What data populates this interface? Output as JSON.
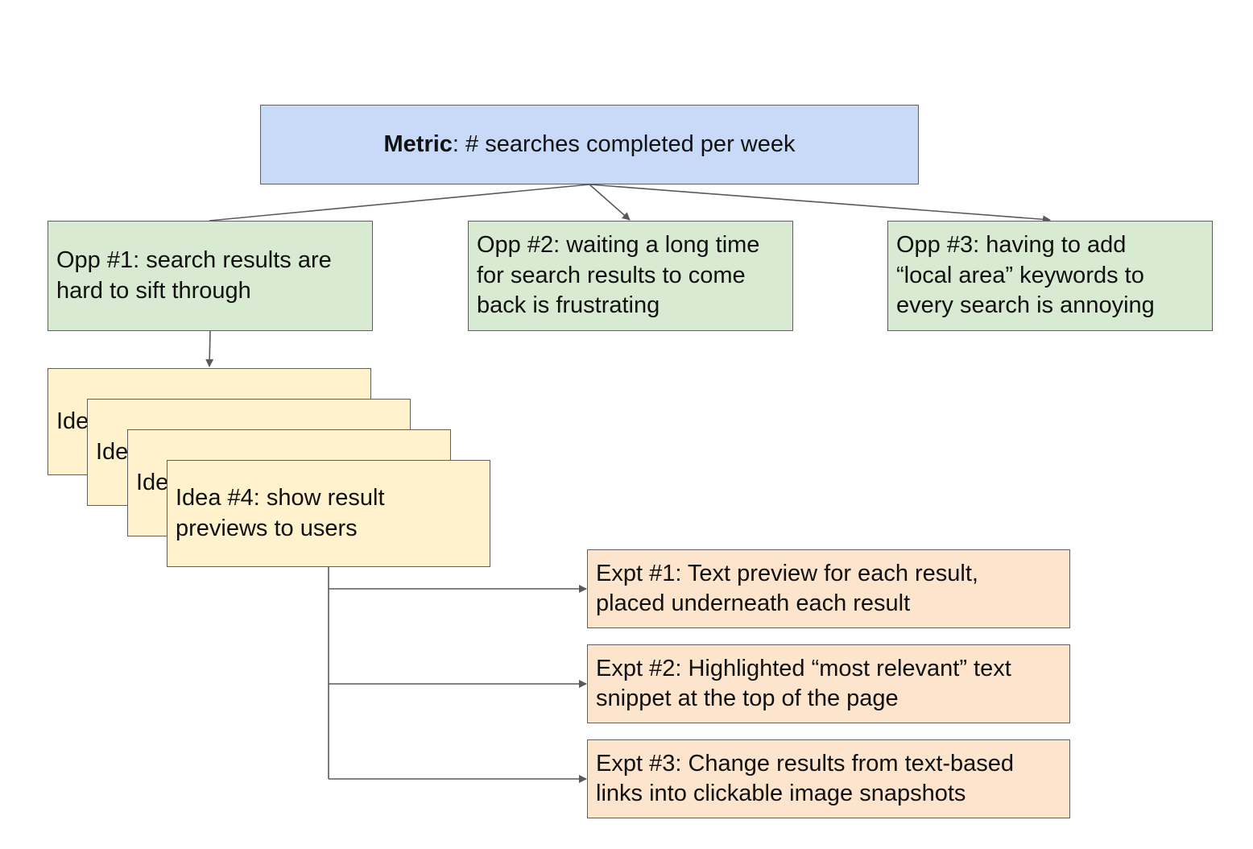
{
  "metric": {
    "label": "Metric",
    "text": ": # searches completed per week"
  },
  "opportunities": [
    {
      "lines": [
        "Opp #1: search results are",
        "hard to sift through"
      ]
    },
    {
      "lines": [
        "Opp #2: waiting a long time",
        "for search results to come",
        "back is frustrating"
      ]
    },
    {
      "lines": [
        "Opp #3: having to add",
        "“local area” keywords to",
        "every search is annoying"
      ]
    }
  ],
  "ideas": [
    {
      "lines": [
        "Ide"
      ]
    },
    {
      "lines": [
        "Ide"
      ]
    },
    {
      "lines": [
        "Ide"
      ]
    },
    {
      "lines": [
        "Idea #4: show result",
        "previews to users"
      ]
    }
  ],
  "experiments": [
    {
      "lines": [
        "Expt #1: Text preview for each result,",
        "placed underneath each result"
      ]
    },
    {
      "lines": [
        "Expt #2: Highlighted “most relevant” text",
        "snippet at the top of the page"
      ]
    },
    {
      "lines": [
        "Expt #3: Change results from text-based",
        "links into clickable image snapshots"
      ]
    }
  ],
  "colors": {
    "metric_fill": "#c9daf8",
    "opportunity_fill": "#d9ead3",
    "idea_fill": "#fff2cc",
    "experiment_fill": "#fce4cd",
    "border": "#5f5f5f",
    "connector": "#595959"
  }
}
